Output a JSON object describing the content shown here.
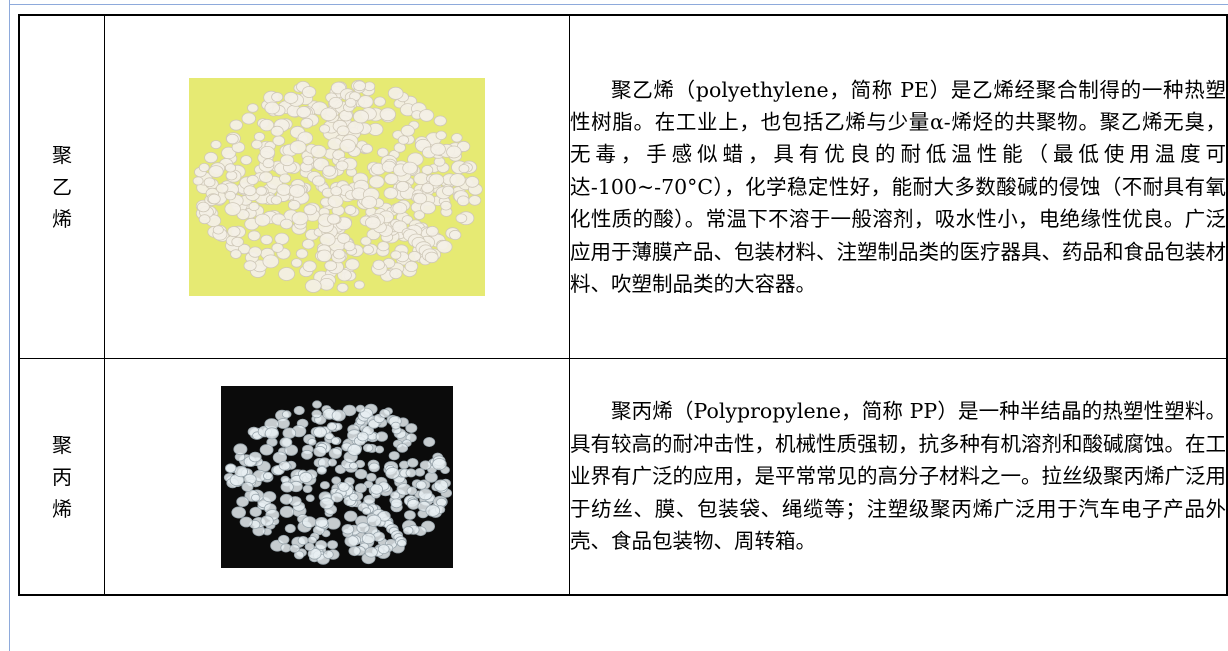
{
  "table": {
    "rows": [
      {
        "name": "聚乙烯",
        "image_icon": "white-polyethylene-pellets-photo",
        "image_background": "#e6ea73",
        "description": "聚乙烯（polyethylene，简称 PE）是乙烯经聚合制得的一种热塑性树脂。在工业上，也包括乙烯与少量α-烯烃的共聚物。聚乙烯无臭，无毒，手感似蜡，具有优良的耐低温性能（最低使用温度可达-100~-70°C），化学稳定性好，能耐大多数酸碱的侵蚀（不耐具有氧化性质的酸）。常温下不溶于一般溶剂，吸水性小，电绝缘性优良。广泛应用于薄膜产品、包装材料、注塑制品类的医疗器具、药品和食品包装材料、吹塑制品类的大容器。"
      },
      {
        "name": "聚丙烯",
        "image_icon": "translucent-polypropylene-pellets-photo",
        "image_background": "#0b0b0b",
        "description": "聚丙烯（Polypropylene，简称 PP）是一种半结晶的热塑性塑料。具有较高的耐冲击性，机械性质强韧，抗多种有机溶剂和酸碱腐蚀。在工业界有广泛的应用，是平常常见的高分子材料之一。拉丝级聚丙烯广泛用于纺丝、膜、包装袋、绳缆等；注塑级聚丙烯广泛用于汽车电子产品外壳、食品包装物、周转箱。"
      }
    ]
  }
}
